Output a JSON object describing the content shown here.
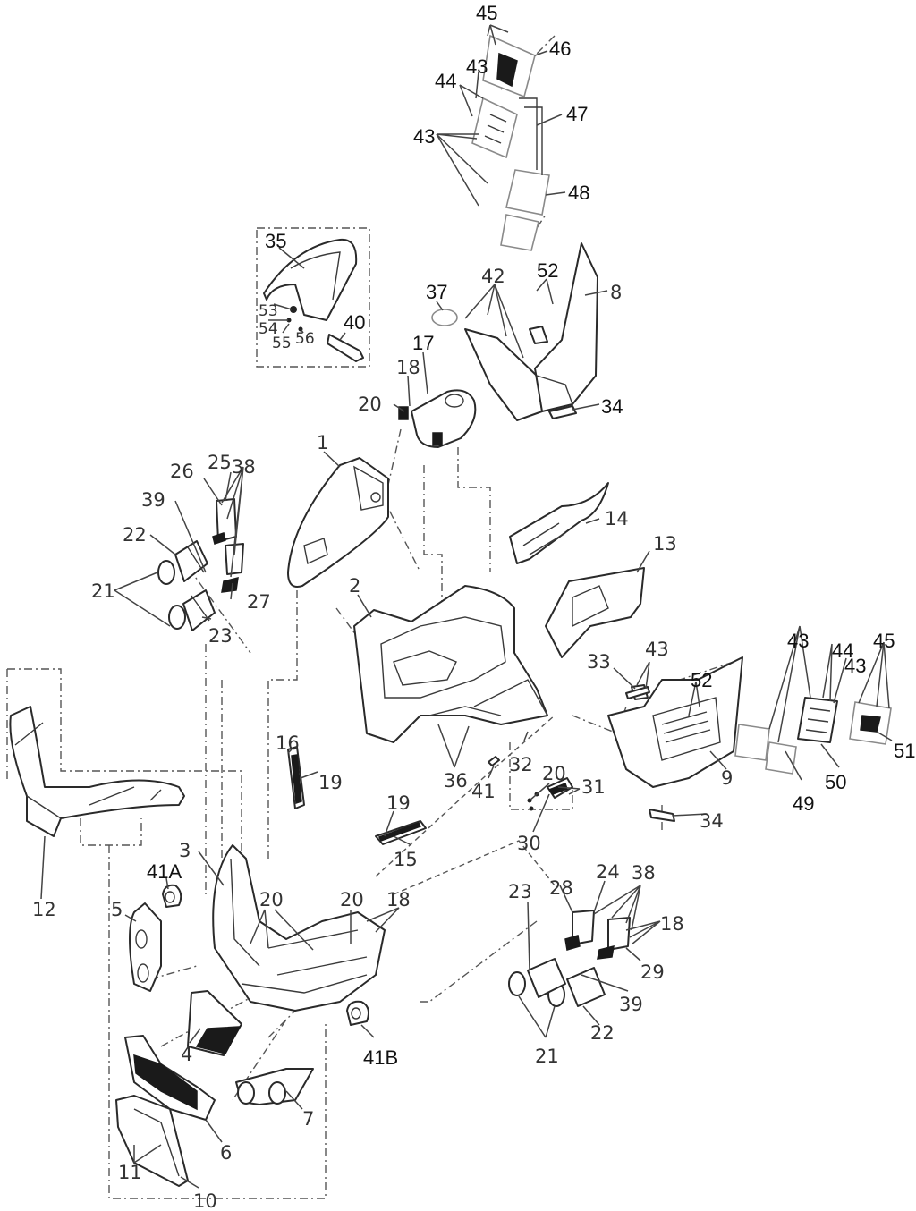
{
  "diagram": {
    "type": "exploded-parts-diagram",
    "callouts": {
      "c1": "1",
      "c2": "2",
      "c3": "3",
      "c4": "4",
      "c5": "5",
      "c6": "6",
      "c7": "7",
      "c8": "8",
      "c9": "9",
      "c10": "10",
      "c11": "11",
      "c12": "12",
      "c13": "13",
      "c14": "14",
      "c15": "15",
      "c16": "16",
      "c17": "17",
      "c18a": "18",
      "c18b": "18",
      "c18c": "18",
      "c19a": "19",
      "c19b": "19",
      "c20a": "20",
      "c20b": "20",
      "c20c": "20",
      "c20d": "20",
      "c21a": "21",
      "c21b": "21",
      "c22a": "22",
      "c22b": "22",
      "c23a": "23",
      "c23b": "23",
      "c24": "24",
      "c25": "25",
      "c26": "26",
      "c27": "27",
      "c28": "28",
      "c29": "29",
      "c30": "30",
      "c31": "31",
      "c32": "32",
      "c33": "33",
      "c34a": "34",
      "c34b": "34",
      "c35": "35",
      "c36": "36",
      "c37": "37",
      "c38a": "38",
      "c38b": "38",
      "c39a": "39",
      "c39b": "39",
      "c40": "40",
      "c41": "41",
      "c41A": "41A",
      "c41B": "41B",
      "c42": "42",
      "c43a": "43",
      "c43b": "43",
      "c43c": "43",
      "c43d": "43",
      "c43e": "43",
      "c44a": "44",
      "c44b": "44",
      "c45a": "45",
      "c45b": "45",
      "c46": "46",
      "c47": "47",
      "c48": "48",
      "c49": "49",
      "c50": "50",
      "c51": "51",
      "c52a": "52",
      "c52b": "52",
      "c53": "53",
      "c54": "54",
      "c55": "55",
      "c56": "56"
    }
  }
}
